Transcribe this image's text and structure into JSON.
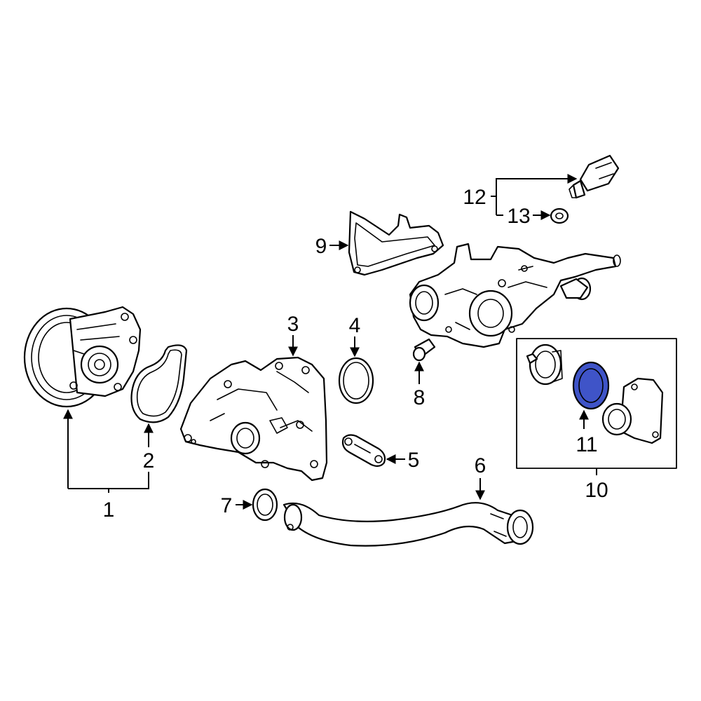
{
  "callouts": {
    "c1": "1",
    "c2": "2",
    "c3": "3",
    "c4": "4",
    "c5": "5",
    "c6": "6",
    "c7": "7",
    "c8": "8",
    "c9": "9",
    "c10": "10",
    "c11": "11",
    "c12": "12",
    "c13": "13"
  },
  "colors": {
    "highlight": "#3f54c8",
    "line": "#000000",
    "background": "#ffffff"
  }
}
